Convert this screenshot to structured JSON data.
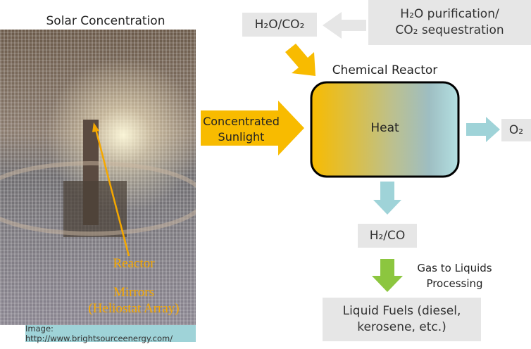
{
  "solar": {
    "title": "Solar Concentration",
    "reactor_label": "Reactor",
    "mirrors_label": "Mirrors",
    "heliostat_label": "(Heliostat Array)",
    "caption": "Image: http://www.brightsourceenergy.com/"
  },
  "inputs": {
    "h2o_co2": "H₂O/CO₂",
    "purification_line1": "H₂O purification/",
    "purification_line2": "CO₂ sequestration"
  },
  "reactor": {
    "title": "Chemical Reactor",
    "center": "Heat"
  },
  "sunlight": {
    "line1": "Concentrated",
    "line2": "Sunlight"
  },
  "outputs": {
    "o2": "O₂",
    "syngas": "H₂/CO",
    "gtl_line1": "Gas to Liquids",
    "gtl_line2": "Processing",
    "fuels_line1": "Liquid Fuels (diesel,",
    "fuels_line2": "kerosene, etc.)"
  },
  "colors": {
    "yellow": "#f8bb00",
    "teal": "#9fd3d8",
    "green": "#8cc63f",
    "gray": "#e6e6e6"
  }
}
